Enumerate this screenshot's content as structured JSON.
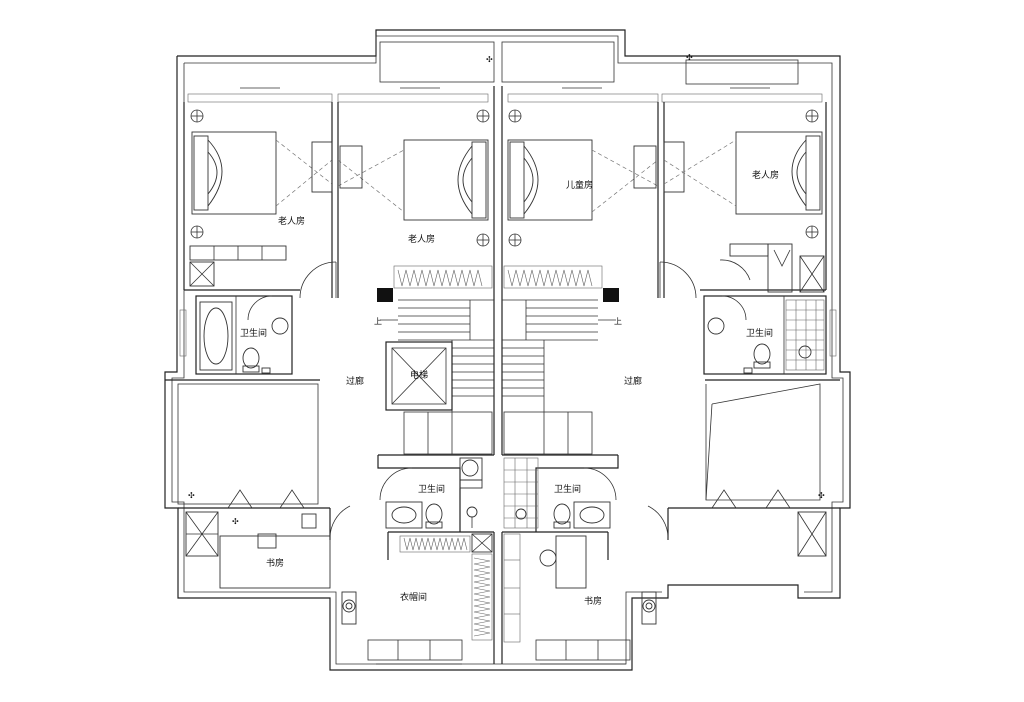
{
  "rooms": {
    "elderly_room_1": "老人房",
    "elderly_room_2": "老人房",
    "elderly_room_3": "老人房",
    "children_room": "儿童房",
    "bathroom_left": "卫生间",
    "bathroom_right": "卫生间",
    "bathroom_center_left": "卫生间",
    "bathroom_center_right": "卫生间",
    "corridor_left": "过廊",
    "corridor_right": "过廊",
    "elevator": "电梯",
    "study_left": "书房",
    "study_right": "书房",
    "wardrobe": "衣帽间"
  },
  "stairs": {
    "up_left": "上",
    "up_right": "上"
  }
}
